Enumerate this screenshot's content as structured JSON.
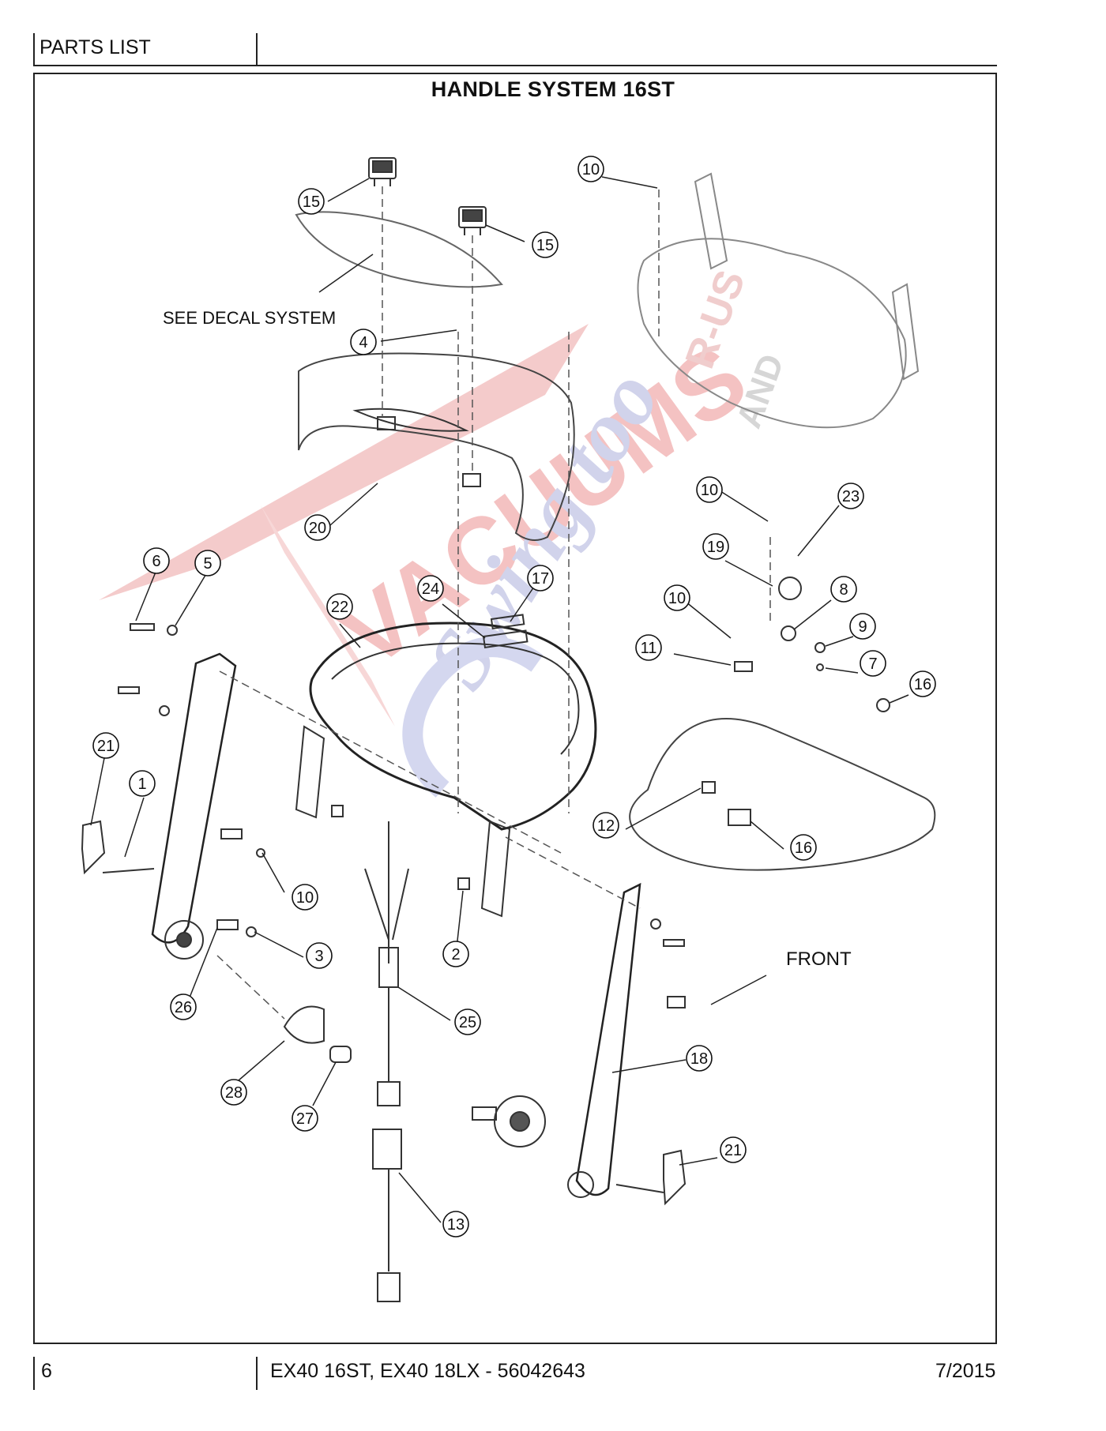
{
  "header": {
    "section": "PARTS LIST"
  },
  "title": "HANDLE SYSTEM 16ST",
  "callouts": [
    {
      "label": "15"
    },
    {
      "label": "15"
    },
    {
      "label": "10"
    },
    {
      "label": "4"
    },
    {
      "label": "20"
    },
    {
      "label": "10"
    },
    {
      "label": "23"
    },
    {
      "label": "19"
    },
    {
      "label": "6"
    },
    {
      "label": "5"
    },
    {
      "label": "22"
    },
    {
      "label": "24"
    },
    {
      "label": "17"
    },
    {
      "label": "10"
    },
    {
      "label": "8"
    },
    {
      "label": "9"
    },
    {
      "label": "11"
    },
    {
      "label": "7"
    },
    {
      "label": "16"
    },
    {
      "label": "21"
    },
    {
      "label": "1"
    },
    {
      "label": "12"
    },
    {
      "label": "16"
    },
    {
      "label": "10"
    },
    {
      "label": "3"
    },
    {
      "label": "2"
    },
    {
      "label": "26"
    },
    {
      "label": "25"
    },
    {
      "label": "18"
    },
    {
      "label": "28"
    },
    {
      "label": "27"
    },
    {
      "label": "21"
    },
    {
      "label": "13"
    }
  ],
  "annotations": {
    "decal": "SEE DECAL SYSTEM",
    "front": "FRONT"
  },
  "watermark": {
    "line1": "VACUUMS",
    "line2": "R-US",
    "line3": "AND",
    "line4": "Swing too"
  },
  "footer": {
    "page": "6",
    "model": "EX40 16ST, EX40 18LX - 56042643",
    "date": "7/2015"
  }
}
